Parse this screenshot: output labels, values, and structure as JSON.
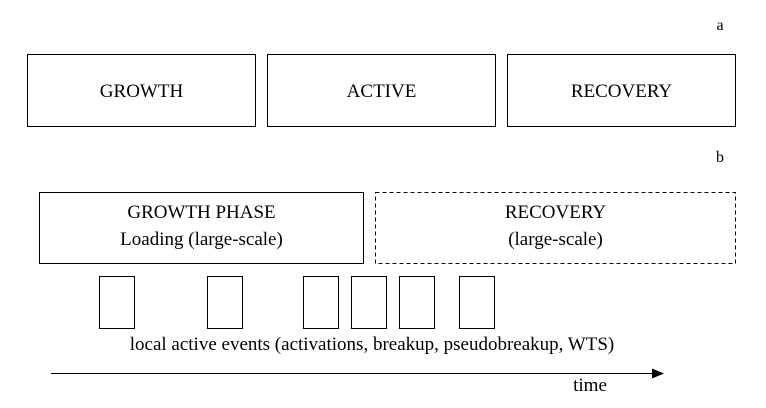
{
  "panel_a": {
    "label": "a",
    "phases": [
      {
        "name": "GROWTH"
      },
      {
        "name": "ACTIVE"
      },
      {
        "name": "RECOVERY"
      }
    ]
  },
  "panel_b": {
    "label": "b",
    "growth_box": {
      "line1": "GROWTH PHASE",
      "line2": "Loading (large-scale)"
    },
    "recovery_box": {
      "line1": "RECOVERY",
      "line2": "(large-scale)"
    },
    "events_caption": "local active events (activations, breakup, pseudobreakup, WTS)",
    "event_count": 6,
    "axis_label": "time"
  }
}
